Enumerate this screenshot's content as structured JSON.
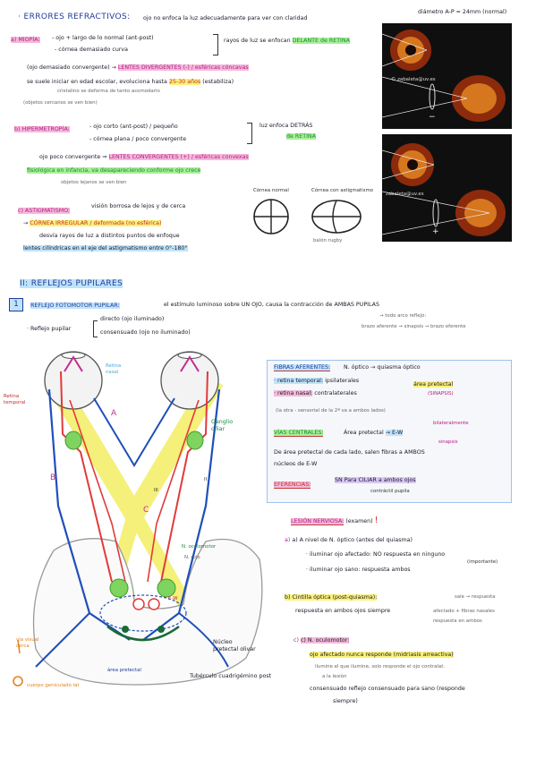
{
  "header": {
    "diametro": "diámetro A-P = 24mm (normal)"
  },
  "errores": {
    "title": "· ERRORES REFRACTIVOS:",
    "def": "ojo no enfoca la luz adecuadamente para ver con claridad",
    "miopia": {
      "label": "a) MIOPÍA:",
      "l1": "- ojo + largo de lo normal (ant-post)",
      "l2": "- córnea demasiado curva",
      "result1": "rayos de luz se enfocan",
      "result2": "DELANTE de RETINA",
      "l3": "(ojo demasiado convergente)",
      "l3b": "LENTES DIVERGENTES (-) / esféricas cóncavas",
      "l4": "se suele iniciar en edad escolar, evoluciona hasta",
      "l4b": "25-30 años",
      "l4c": "(estabiliza)",
      "l5": "cristalino se deforma de tanto acomodarlo",
      "l6": "(objetos cercanos se ven bien)"
    },
    "hiper": {
      "label": "b) HIPERMETROPÍA:",
      "l1": "- ojo corto (ant-post) / pequeño",
      "l2": "- córnea plana / poco convergente",
      "result1": "luz enfoca DETRÁS",
      "result2": "de RETINA",
      "l3": "ojo poco convergente",
      "l3b": "LENTES CONVERGENTES (+) / esféricas convexas",
      "l4": "fisiológica en infancia, va desapareciendo conforme ojo crece",
      "l5": "objetos lejanos se ven bien"
    },
    "astig": {
      "label": "c) ASTIGMATISMO:",
      "l1": "visión borrosa de lejos y de cerca",
      "l2": "CÓRNEA IRREGULAR / deformada (no esférica)",
      "l3": "desvía rayos de luz a distintos puntos de enfoque",
      "l4": "lentes cilíndricas en el eje del astigmatismo entre 0°-180°",
      "cornea_normal": "Córnea normal",
      "cornea_astig": "Córnea con astigmatismo",
      "balon": "balón rugby"
    },
    "photo_credit_1": "© zabaleta@uv.es",
    "photo_credit_2": "zabaleta@uv.es",
    "lens_minus": "−",
    "lens_plus": "+"
  },
  "reflejos": {
    "title": "II: REFLEJOS PUPILARES",
    "num": "1",
    "fotomotor_title": "REFLEJO FOTOMOTOR PUPILAR:",
    "fotomotor_def": "el estímulo luminoso sobre UN OJO, causa la contracción de AMBAS PUPILAS",
    "todo_arco": "→ todo arco reflejo:",
    "todo_arco2": "brazo aferente → sinapsis → brazo eferente",
    "reflejo_pupilar": "· Reflejo pupilar",
    "directo": "directo (ojo iluminado)",
    "consensuado": "consensuado (ojo no iluminado)"
  },
  "diagram": {
    "retina_nasal": "Retina nasal",
    "retina_temporal": "Retina temporal",
    "A": "A",
    "B": "B",
    "C": "C",
    "III": "III",
    "II": "II",
    "ganglio": "Ganglio ciliar",
    "n_oculomotor": "N. oculomotor",
    "n_rojo": "N. rojo",
    "ew": "E-W",
    "via_visual": "vía visual cerca",
    "cuerpo_geniculado": "cuerpo geniculado lat",
    "area_pretectal": "área pretectal",
    "nucleo_pretectal": "Núcleo pretectal olivar",
    "tuberculo": "Tubérculo cuadrigémino post"
  },
  "fibras": {
    "aferentes_title": "FIBRAS AFERENTES:",
    "aferentes_def": "N. óptico → quiasma óptico",
    "retina_temporal": "· retina temporal:",
    "retina_temporal_v": "ipsilaterales",
    "retina_nasal": "· retina nasal:",
    "retina_nasal_v": "contralaterales",
    "area": "área pretectal",
    "sinapsis": "(SINAPSIS)",
    "segundo": "(la otra - sensorial de la 2ª va a ambos lados)",
    "vias_title": "VÍAS CENTRALES:",
    "vias_def": "Área pretectal",
    "bilat": "bilateralmente",
    "ew": "→ E-W",
    "sinapsis2": "sinapsis",
    "vias_l2": "De área pretectal de cada lado, salen fibras a AMBOS",
    "vias_l3": "núcleos de E-W",
    "eferencias_title": "EFERENCIAS:",
    "eferencias_def": "SN Para CILIAR a ambos ojos",
    "eferencias_l2": "contráctil pupila"
  },
  "lesion": {
    "title": "LESIÓN NERVIOSA:",
    "examen": "(examen)",
    "warn": "!",
    "a_label": "a) A nivel de N. óptico",
    "a_paren": "(antes del quiasma)",
    "a_l1": "· iluminar ojo afectado: NO respuesta en ninguno",
    "a_l1b": "(importante)",
    "a_l2": "· iluminar ojo sano: respuesta ambos",
    "b_label": "b) Cintilla óptica (post-quiasma):",
    "b_r": "sale → respuesta",
    "b_l1": "respuesta en ambos ojos siempre",
    "b_l1b": "afectado + fibras nasales",
    "b_l2": "respuesta en ambos",
    "c_label": "c) N. oculomotor:",
    "c_l1": "ojo afectado nunca responde (midriasis arreactiva)",
    "c_l2": "ilumine el que ilumine, solo responde el ojo contralat.",
    "c_l3": "a la lesión",
    "c_l4": "consensuado reflejo consensuado para sano (responde",
    "c_l5": "siempre)"
  },
  "colors": {
    "retina_temporal_fibres": "#1f4fb9",
    "retina_nasal_fibres": "#e23a3a",
    "optic_band": "#f4f07a",
    "ganglio": "#7fd35f",
    "pupil_target": "#c42d8d"
  }
}
